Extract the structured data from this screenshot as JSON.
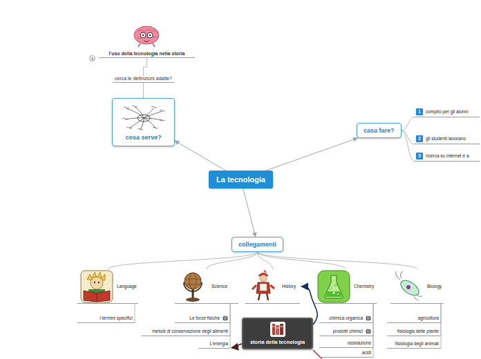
{
  "diagram": {
    "nodes": [
      {
        "text": [
          "La tecnologia"
        ]
      },
      {
        "text": [
          "cosa serve?"
        ]
      },
      {
        "text": [
          "l'uso della tecnologia nella storia"
        ]
      },
      {
        "text": [
          "cerca le definizioni adatte?"
        ]
      },
      {
        "text": [
          "casa fare?"
        ]
      },
      {
        "text": [
          "compito per gli alunni"
        ]
      },
      {
        "text": [
          "gli studenti lavorano"
        ]
      },
      {
        "text": [
          "ricerca su internet e a"
        ]
      },
      {
        "text": [
          "collegamenti"
        ]
      },
      {
        "text": [
          "Language"
        ]
      },
      {
        "text": [
          "Science"
        ]
      },
      {
        "text": [
          "History"
        ]
      },
      {
        "text": [
          "Chemistry"
        ]
      },
      {
        "text": [
          "Biology"
        ]
      },
      {
        "text": [
          "I termini specifici"
        ]
      },
      {
        "text": [
          "Le forze fisiche"
        ]
      },
      {
        "text": [
          "metodi di conservazione degli alimenti"
        ]
      },
      {
        "text": [
          "L'energia"
        ]
      },
      {
        "text": [
          "storia della tecnologia"
        ]
      },
      {
        "text": [
          "chimica organica"
        ]
      },
      {
        "text": [
          "prodotti chimici"
        ]
      },
      {
        "text": [
          "ossidazione"
        ]
      },
      {
        "text": [
          "acidi"
        ]
      },
      {
        "text": [
          "agricoltura"
        ]
      },
      {
        "text": [
          "fisiologia delle piante"
        ]
      },
      {
        "text": [
          "fisiologia degli animali"
        ]
      }
    ],
    "edges": [
      {
        "from": 0,
        "to": 1,
        "arrow": "to"
      },
      {
        "from": 0,
        "to": 4,
        "arrow": "to"
      },
      {
        "from": 0,
        "to": 8,
        "arrow": "to"
      },
      {
        "from": 1,
        "to": 3,
        "arrow": "none"
      },
      {
        "from": 3,
        "to": 2,
        "arrow": "none"
      },
      {
        "from": 4,
        "to": 5,
        "arrow": "none"
      },
      {
        "from": 4,
        "to": 6,
        "arrow": "none"
      },
      {
        "from": 4,
        "to": 7,
        "arrow": "none"
      },
      {
        "from": 8,
        "to": 9,
        "arrow": "none"
      },
      {
        "from": 8,
        "to": 10,
        "arrow": "none"
      },
      {
        "from": 8,
        "to": 11,
        "arrow": "none"
      },
      {
        "from": 8,
        "to": 12,
        "arrow": "none"
      },
      {
        "from": 8,
        "to": 13,
        "arrow": "none"
      },
      {
        "from": 9,
        "to": 14,
        "arrow": "none"
      },
      {
        "from": 10,
        "to": 15,
        "arrow": "none"
      },
      {
        "from": 10,
        "to": 16,
        "arrow": "none"
      },
      {
        "from": 10,
        "to": 17,
        "arrow": "none"
      },
      {
        "from": 12,
        "to": 19,
        "arrow": "none"
      },
      {
        "from": 12,
        "to": 20,
        "arrow": "none"
      },
      {
        "from": 12,
        "to": 21,
        "arrow": "none"
      },
      {
        "from": 12,
        "to": 22,
        "arrow": "none"
      },
      {
        "from": 13,
        "to": 23,
        "arrow": "none"
      },
      {
        "from": 13,
        "to": 24,
        "arrow": "none"
      },
      {
        "from": 13,
        "to": 25,
        "arrow": "none"
      },
      {
        "from": 18,
        "to": 11,
        "arrow": "to"
      },
      {
        "from": 18,
        "to": 17,
        "arrow": "to"
      }
    ],
    "labels": [
      "3",
      "1",
      "2",
      "3"
    ]
  }
}
